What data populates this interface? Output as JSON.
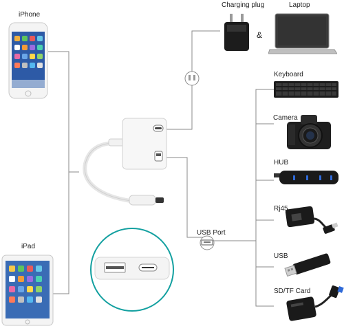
{
  "devices": {
    "iphone": "iPhone",
    "ipad": "iPad",
    "charging_plug": "Charging plug",
    "amp": "&",
    "laptop": "Laptop",
    "keyboard": "Keyboard",
    "camera": "Camera",
    "hub": "HUB",
    "rj45": "Rj45",
    "usb_port": "USB Port",
    "usb": "USB",
    "sd_card": "SD/TF Card"
  }
}
